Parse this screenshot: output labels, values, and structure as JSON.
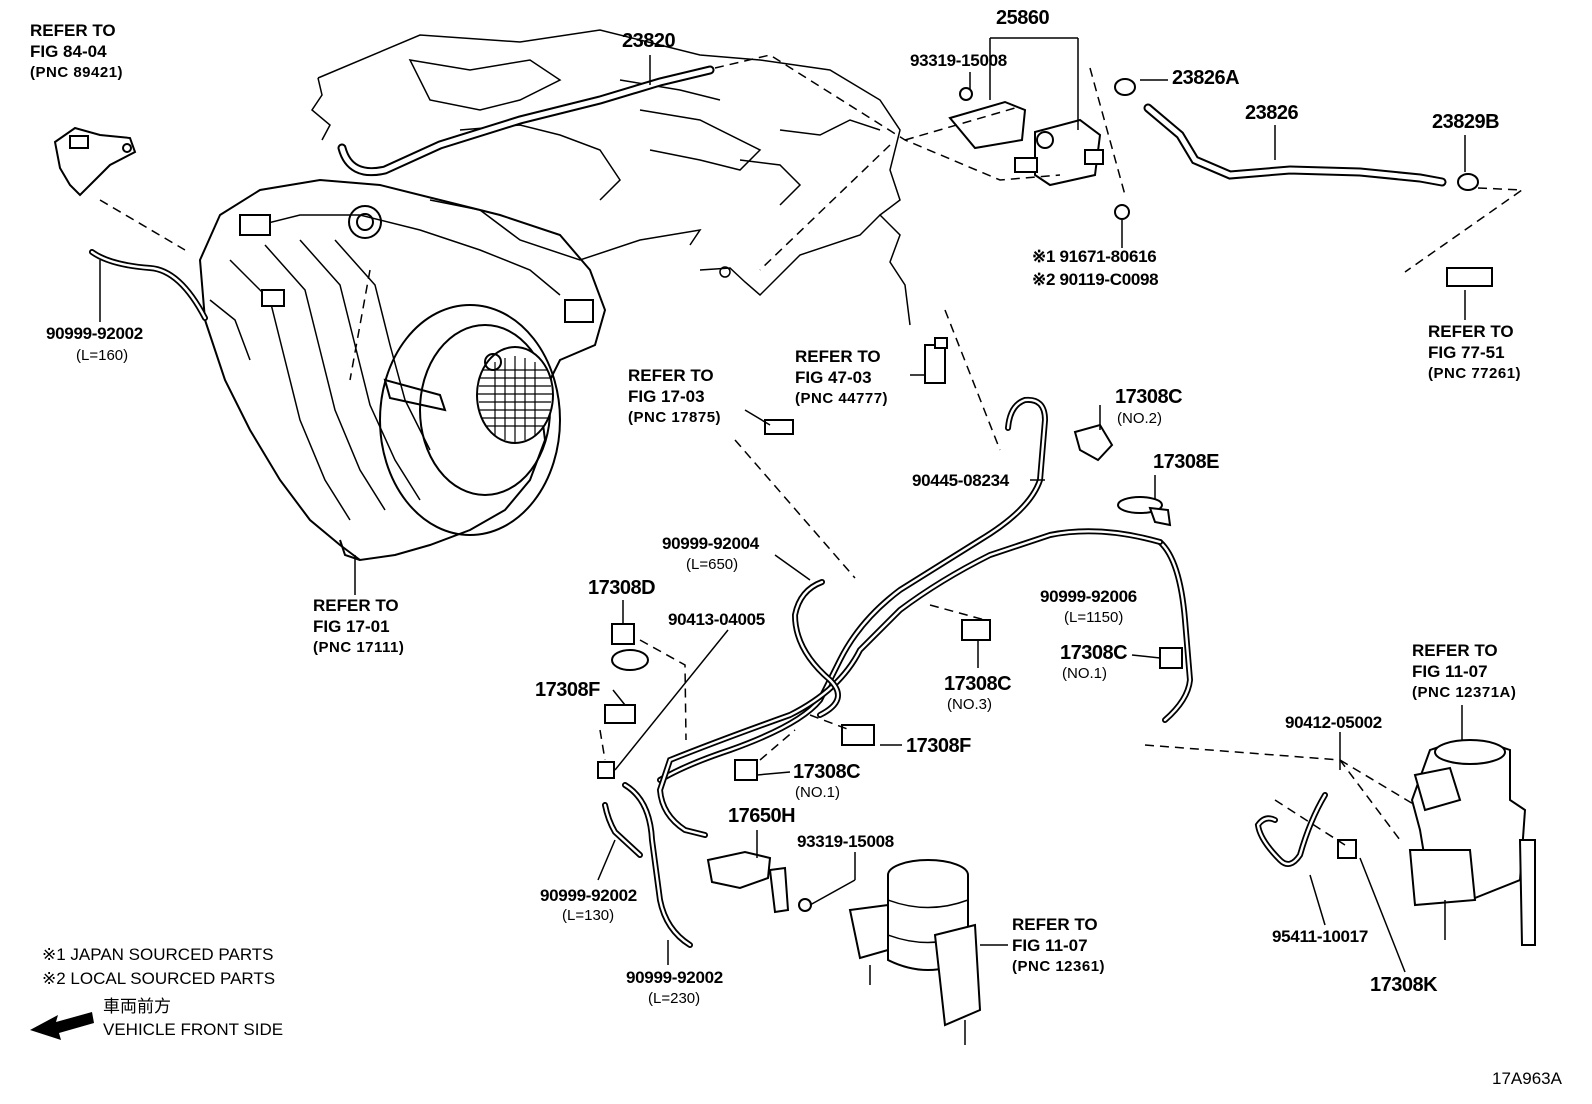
{
  "parts": {
    "p23820": "23820",
    "p25860": "25860",
    "p93319_top": "93319-15008",
    "p23826A": "23826A",
    "p23826": "23826",
    "p23829B": "23829B",
    "p91671": "※1 91671-80616",
    "p90119": "※2 90119-C0098",
    "p90999_92002_top": "90999-92002",
    "p90999_92002_top_len": "(L=160)",
    "p17308C_no2": "17308C",
    "p17308C_no2_sub": "(NO.2)",
    "p17308E": "17308E",
    "p90445": "90445-08234",
    "p90999_92004": "90999-92004",
    "p90999_92004_len": "(L=650)",
    "p17308D": "17308D",
    "p90413": "90413-04005",
    "p17308F_left": "17308F",
    "p90999_92006": "90999-92006",
    "p90999_92006_len": "(L=1150)",
    "p17308C_no3": "17308C",
    "p17308C_no3_sub": "(NO.3)",
    "p17308C_no1_right": "17308C",
    "p17308C_no1_right_sub": "(NO.1)",
    "p17308F_mid": "17308F",
    "p17308C_no1_mid": "17308C",
    "p17308C_no1_mid_sub": "(NO.1)",
    "p17650H": "17650H",
    "p93319_bot": "93319-15008",
    "p90999_92002_l130": "90999-92002",
    "p90999_92002_l130_len": "(L=130)",
    "p90999_92002_l230": "90999-92002",
    "p90999_92002_l230_len": "(L=230)",
    "p90412": "90412-05002",
    "p95411": "95411-10017",
    "p17308K": "17308K"
  },
  "refs": {
    "r84_04": {
      "l1": "REFER TO",
      "l2": "FIG 84-04",
      "l3": "(PNC 89421)"
    },
    "r17_01": {
      "l1": "REFER TO",
      "l2": "FIG 17-01",
      "l3": "(PNC 17111)"
    },
    "r17_03": {
      "l1": "REFER TO",
      "l2": "FIG 17-03",
      "l3": "(PNC 17875)"
    },
    "r47_03": {
      "l1": "REFER TO",
      "l2": "FIG 47-03",
      "l3": "(PNC 44777)"
    },
    "r77_51": {
      "l1": "REFER TO",
      "l2": "FIG 77-51",
      "l3": "(PNC 77261)"
    },
    "r11_07a": {
      "l1": "REFER TO",
      "l2": "FIG 11-07",
      "l3": "(PNC 12371A)"
    },
    "r11_07b": {
      "l1": "REFER TO",
      "l2": "FIG 11-07",
      "l3": "(PNC 12361)"
    }
  },
  "legend": {
    "note1": "※1 JAPAN SOURCED PARTS",
    "note2": "※2 LOCAL SOURCED PARTS",
    "front_jp": "車両前方",
    "front_en": "VEHICLE FRONT SIDE"
  },
  "figure_id": "17A963A"
}
